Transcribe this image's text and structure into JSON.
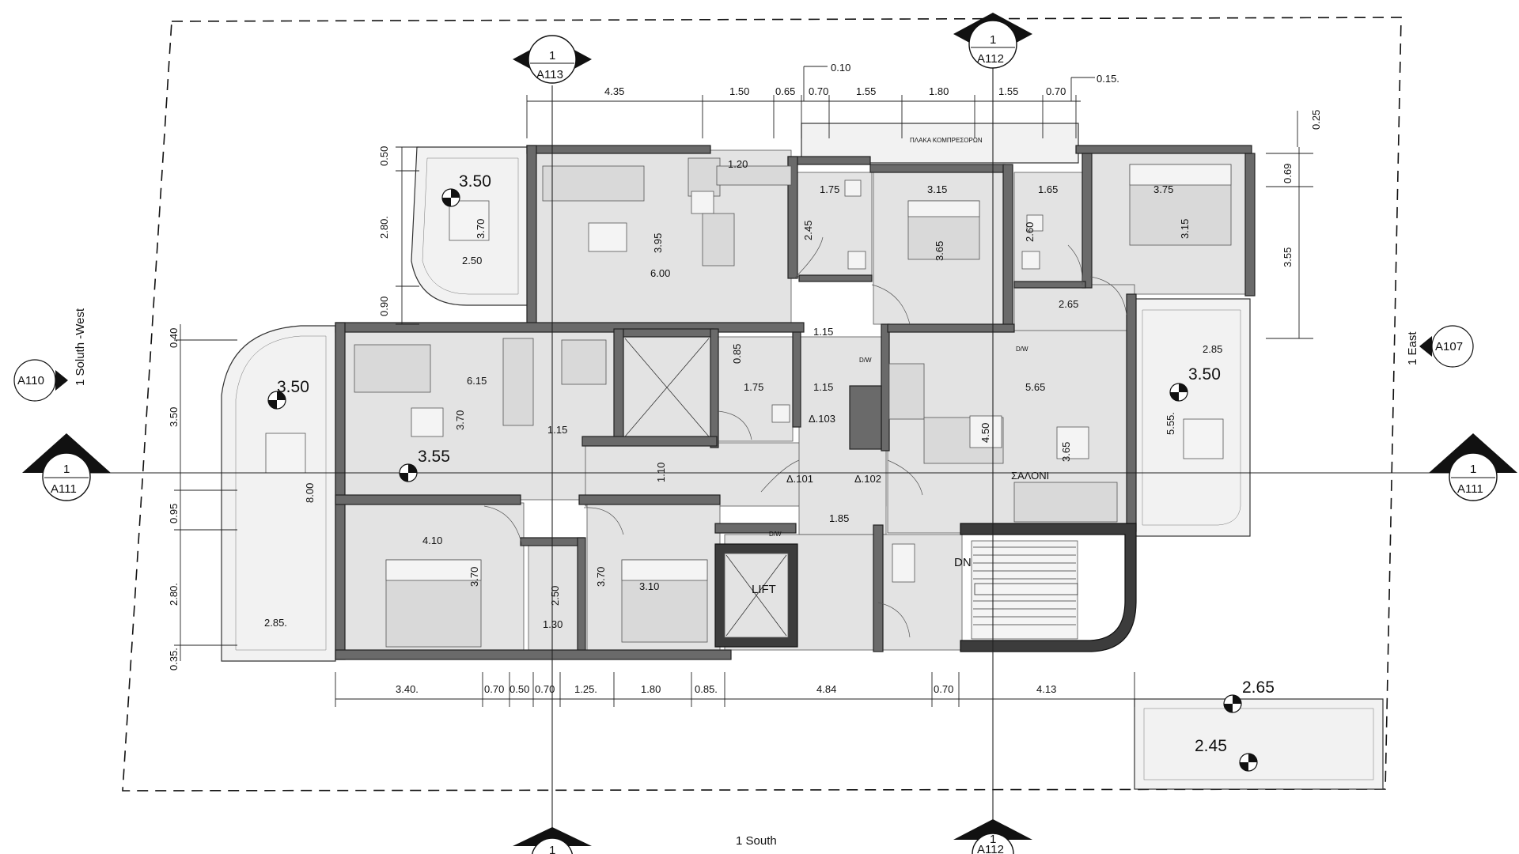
{
  "grid_tags": {
    "top_left": {
      "num": "1",
      "sheet": "A113"
    },
    "top_right": {
      "num": "1",
      "sheet": "A112"
    },
    "left": {
      "num": "1",
      "sheet": "A111"
    },
    "right": {
      "num": "1",
      "sheet": "A111"
    },
    "west": {
      "sheet": "A110"
    },
    "east": {
      "sheet": "A107"
    },
    "bottom_left": {
      "num": "1"
    },
    "bottom_right": {
      "num": "1",
      "sheet": "A112"
    }
  },
  "orientation": {
    "south_west": "1 Soluth -West",
    "east": "1 East",
    "south": "1 South"
  },
  "dims_top": [
    "4.35",
    "1.50",
    "0.65",
    "0.70",
    "1.55",
    "1.80",
    "1.55",
    "0.70"
  ],
  "dims_top_extra": [
    "0.10",
    "0.15.",
    "0.25"
  ],
  "dims_bottom": [
    "3.40.",
    "0.70",
    "0.50",
    "0.70",
    "1.25.",
    "1.80",
    "0.85.",
    "4.84",
    "0.70",
    "4.13"
  ],
  "dims_left": [
    "0.50",
    "2.80.",
    "0.90",
    "0.40",
    "3.50",
    "8.00",
    "0.95",
    "2.80.",
    "0.35."
  ],
  "dims_right": [
    "0.69",
    "3.55"
  ],
  "dims_interior": {
    "kitchen_w": "1.20",
    "bath1_w": "1.75",
    "bed1_w": "3.15",
    "bath2_w": "1.65",
    "bed2_w": "3.75",
    "bath1_h": "2.45",
    "living1_h": "3.95",
    "living1_w": "6.00",
    "bed1_h": "3.65",
    "bath2_h": "2.60",
    "bed2_h": "3.15",
    "corridor_w": "2.65",
    "balc_nw_w": "2.50",
    "balc_nw_h": "3.70",
    "wc_h": "0.85",
    "hall_w1": "1.15",
    "hall_w2": "1.15",
    "bath3_w": "1.75",
    "living2_w": "6.15",
    "living2_h": "3.70",
    "kit2_w": "1.15",
    "living3_w": "5.65",
    "living3_h1": "4.50",
    "living3_h2": "3.65",
    "balc_e_w": "2.85",
    "balc_e_h": "5.55.",
    "corr_h": "1.10",
    "bed3_w": "4.10",
    "bed3_h": "3.70",
    "bath4_h": "2.50",
    "bath4_w": "1.30",
    "bed4_h": "3.70",
    "bed4_w": "3.10",
    "lobby_w": "1.85",
    "balc_sw_w": "2.85."
  },
  "elevations": [
    "3.50",
    "3.50",
    "3.55",
    "3.50",
    "2.65",
    "2.45"
  ],
  "labels": {
    "d103": "Δ.103",
    "d101": "Δ.101",
    "d102": "Δ.102",
    "saloni": "ΣΑΛΟΝΙ",
    "lift": "LIFT",
    "dn": "DN",
    "dw": "D/W",
    "plaka": "ΠΛΑΚΑ ΚΟΜΠΡΕΣΟΡΩΝ"
  }
}
